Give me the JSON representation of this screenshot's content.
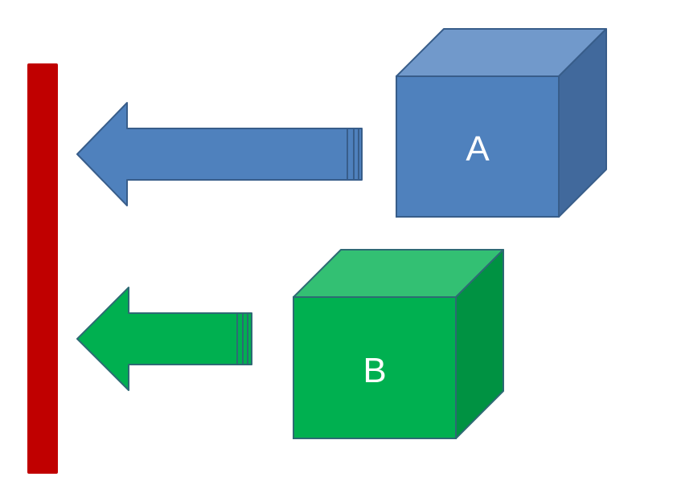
{
  "colors": {
    "background": "#ffffff",
    "wall": "#c00000",
    "blue_front": "#4f81bd",
    "blue_top": "#7199cb",
    "blue_side": "#41699c",
    "blue_outline": "#385d8a",
    "green_front": "#00b050",
    "green_top": "#33c073",
    "green_side": "#009242",
    "green_outline": "#2e6a74"
  },
  "cubes": [
    {
      "id": "a",
      "label": "A",
      "color_key": "blue"
    },
    {
      "id": "b",
      "label": "B",
      "color_key": "green"
    }
  ],
  "arrows": [
    {
      "id": "a",
      "direction": "left",
      "color_key": "blue"
    },
    {
      "id": "b",
      "direction": "left",
      "color_key": "green"
    }
  ]
}
